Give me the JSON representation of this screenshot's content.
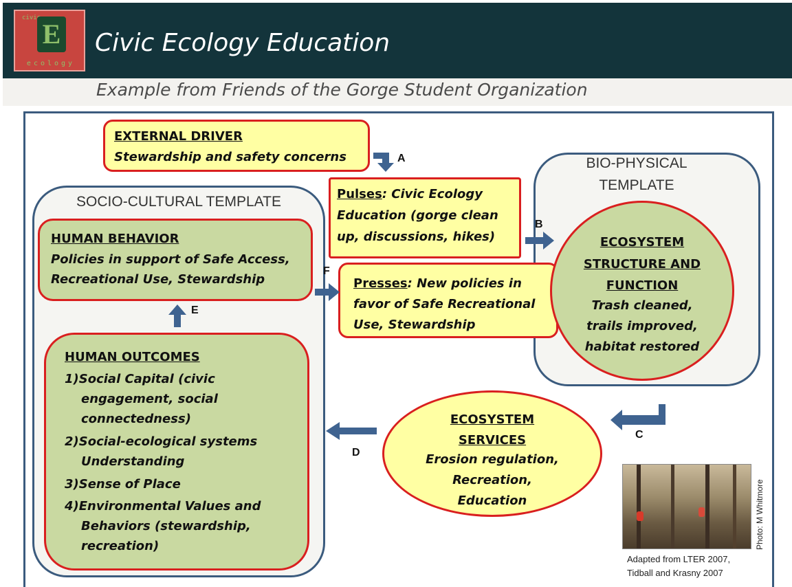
{
  "header": {
    "title": "Civic Ecology Education",
    "logo_text": "ecology",
    "logo_letter": "E",
    "logo_vertical_text": "civic"
  },
  "subtitle": "Example from Friends of the Gorge Student Organization",
  "templates": {
    "socio_cultural": "SOCIO-CULTURAL TEMPLATE",
    "bio_physical": [
      "BIO-PHYSICAL",
      "TEMPLATE"
    ]
  },
  "external_driver": {
    "heading": "EXTERNAL DRIVER",
    "text": "Stewardship and safety concerns"
  },
  "pulses": {
    "heading": "Pulses",
    "lines": [
      ": Civic Ecology",
      "Education (gorge clean",
      "up,  discussions, hikes)"
    ]
  },
  "presses": {
    "heading": "Presses",
    "lines": [
      ":  New policies in",
      "favor of Safe Recreational",
      "Use, Stewardship"
    ]
  },
  "human_behavior": {
    "heading": "HUMAN BEHAVIOR",
    "lines": [
      "Policies in support of Safe Access,",
      "Recreational Use, Stewardship"
    ]
  },
  "human_outcomes": {
    "heading": "HUMAN OUTCOMES",
    "lines": [
      "1)Social Capital (civic",
      "engagement, social",
      "connectedness)",
      "2)Social-ecological systems",
      "Understanding",
      "3)Sense of Place",
      "4)Environmental Values and",
      "Behaviors (stewardship,",
      "recreation)"
    ]
  },
  "ecosystem_structure": {
    "heading": [
      "ECOSYSTEM",
      "STRUCTURE AND",
      "FUNCTION"
    ],
    "lines": [
      "Trash cleaned,",
      "trails improved,",
      "habitat restored"
    ]
  },
  "ecosystem_services": {
    "heading": [
      "ECOSYSTEM",
      "SERVICES"
    ],
    "lines": [
      "Erosion regulation,",
      "Recreation,",
      "Education"
    ]
  },
  "arrow_labels": {
    "a": "A",
    "b": "B",
    "c": "C",
    "d": "D",
    "e": "E",
    "f": "F"
  },
  "photo_credit": "Photo: M Whitmore",
  "adapted": [
    "Adapted from LTER 2007,",
    "Tidball and Krasny 2007"
  ],
  "colors": {
    "header_bg": "#13343b",
    "frame": "#3b5b7e",
    "box_border": "#d91f1f",
    "yellow_fill": "#ffffa3",
    "green_fill": "#c9d9a1",
    "arrow": "#3f6390"
  }
}
